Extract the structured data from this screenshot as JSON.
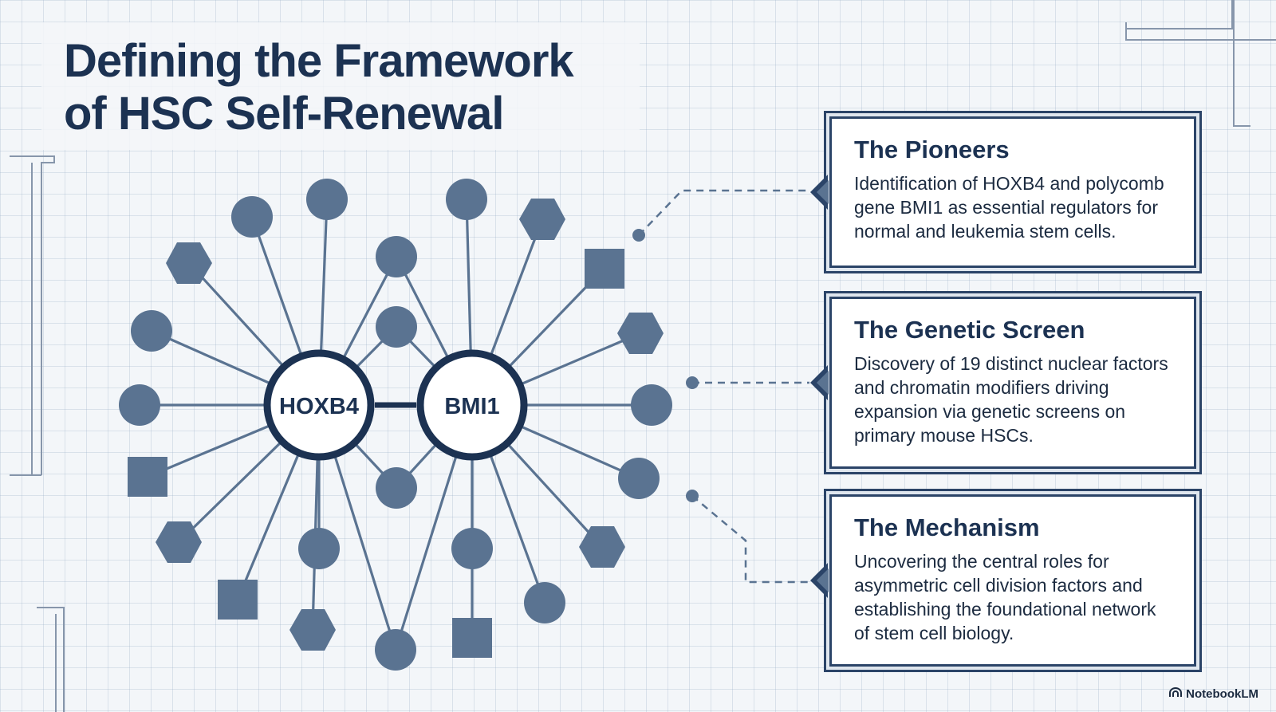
{
  "title": {
    "line1": "Defining the Framework",
    "line2": "of HSC Self-Renewal"
  },
  "network": {
    "hub_left": "HOXB4",
    "hub_right": "BMI1"
  },
  "callouts": [
    {
      "heading": "The Pioneers",
      "body": "Identification of HOXB4 and polycomb gene BMI1 as essential regulators for normal and leukemia stem cells."
    },
    {
      "heading": "The Genetic Screen",
      "body": "Discovery of 19 distinct nuclear factors and chromatin modifiers driving expansion via genetic screens on primary mouse HSCs."
    },
    {
      "heading": "The Mechanism",
      "body": "Uncovering the central roles for asymmetric cell division factors and establishing the foundational network of stem cell biology."
    }
  ],
  "brand": {
    "icon": "notebooklm-icon",
    "label": "NotebookLM"
  },
  "colors": {
    "navy": "#1c3252",
    "node": "#5a7391",
    "frame": "#2b4468",
    "grid_bg": "#f3f6f9"
  }
}
